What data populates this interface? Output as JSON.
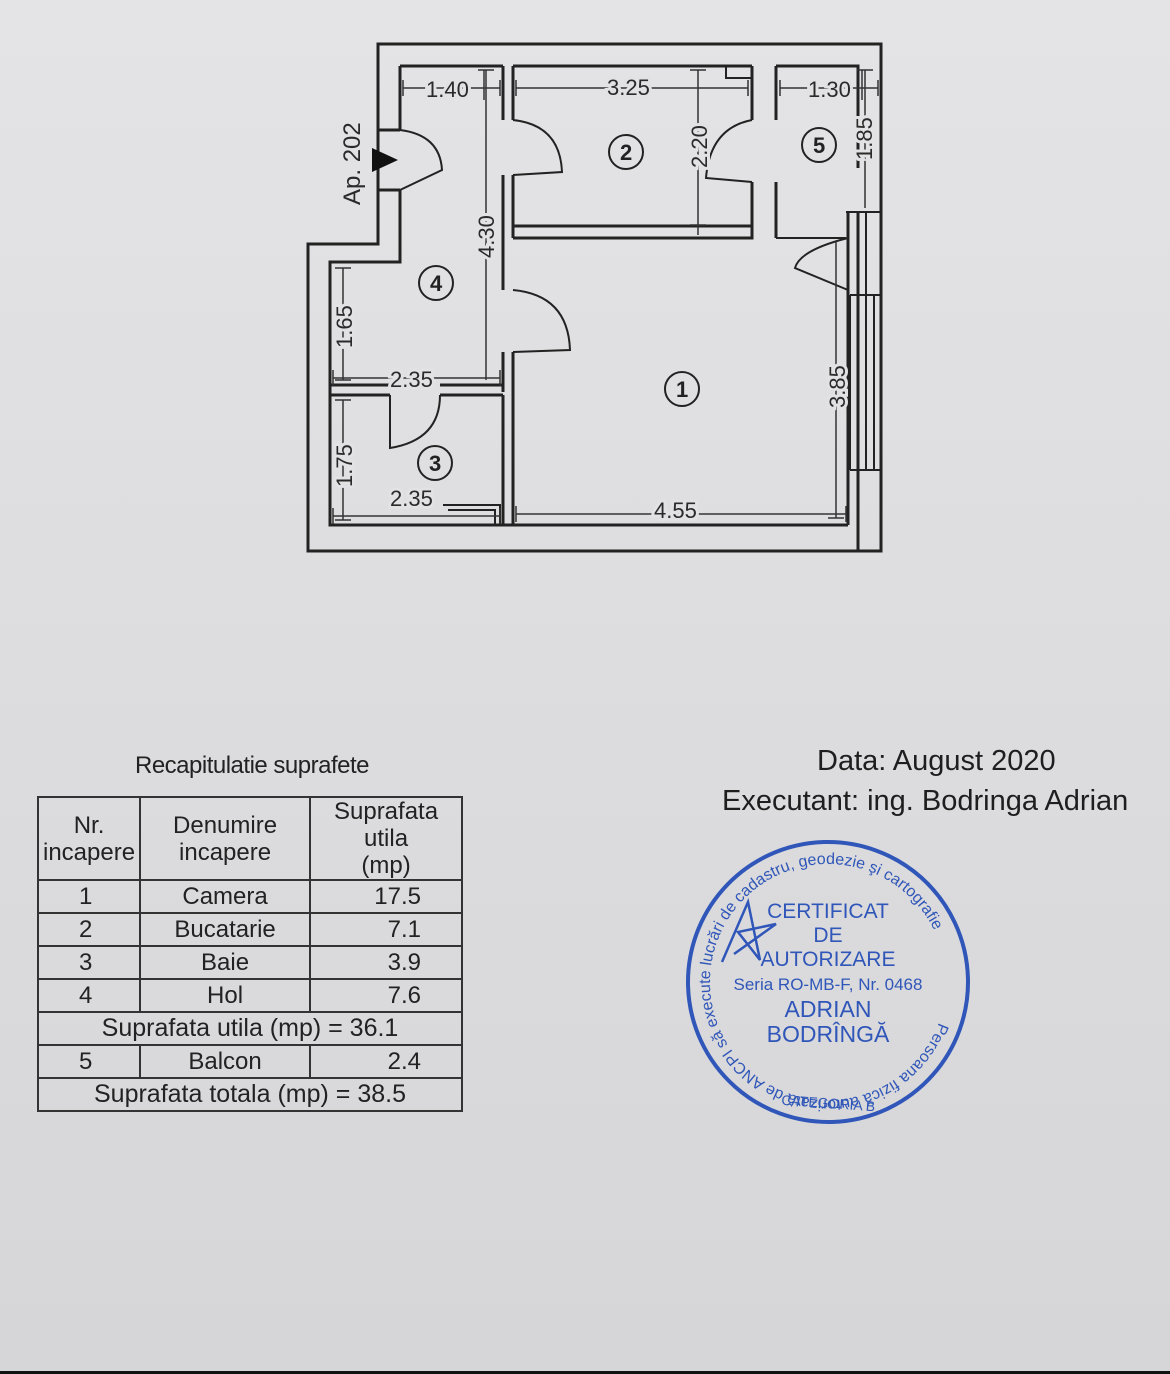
{
  "floorplan": {
    "apartment_label": "Ap. 202",
    "dimensions": [
      "1.40",
      "3.25",
      "1.30",
      "2.20",
      "1.85",
      "4.30",
      "1.65",
      "2.35",
      "1.75",
      "2.35",
      "4.55",
      "3.85"
    ],
    "room_numbers": [
      "1",
      "2",
      "3",
      "4",
      "5"
    ]
  },
  "table": {
    "title": "Recapitulatie suprafete",
    "headers": {
      "nr_line1": "Nr.",
      "nr_line2": "incapere",
      "name_line1": "Denumire",
      "name_line2": "incapere",
      "area_line1": "Suprafata utila",
      "area_line2": "(mp)"
    },
    "rows": [
      {
        "nr": "1",
        "name": "Camera",
        "area": "17.5"
      },
      {
        "nr": "2",
        "name": "Bucatarie",
        "area": "7.1"
      },
      {
        "nr": "3",
        "name": "Baie",
        "area": "3.9"
      },
      {
        "nr": "4",
        "name": "Hol",
        "area": "7.6"
      }
    ],
    "subtotal": "Suprafata utila (mp) = 36.1",
    "balcony": {
      "nr": "5",
      "name": "Balcon",
      "area": "2.4"
    },
    "total": "Suprafata totala (mp) = 38.5"
  },
  "meta": {
    "date": "Data: August 2020",
    "executant": "Executant: ing. Bodringa  Adrian"
  },
  "stamp": {
    "ring_text": "Persoana fizică autorizată de ANCPI să execute lucrări de cadastru, geodezie şi cartografie",
    "line1": "CERTIFICAT",
    "line2": "DE",
    "line3": "AUTORIZARE",
    "line4": "Seria RO-MB-F, Nr. 0468",
    "line5": "ADRIAN",
    "line6": "BODRÎNGĂ",
    "category": "CATEGORIA B",
    "color": "#2f56b8"
  }
}
